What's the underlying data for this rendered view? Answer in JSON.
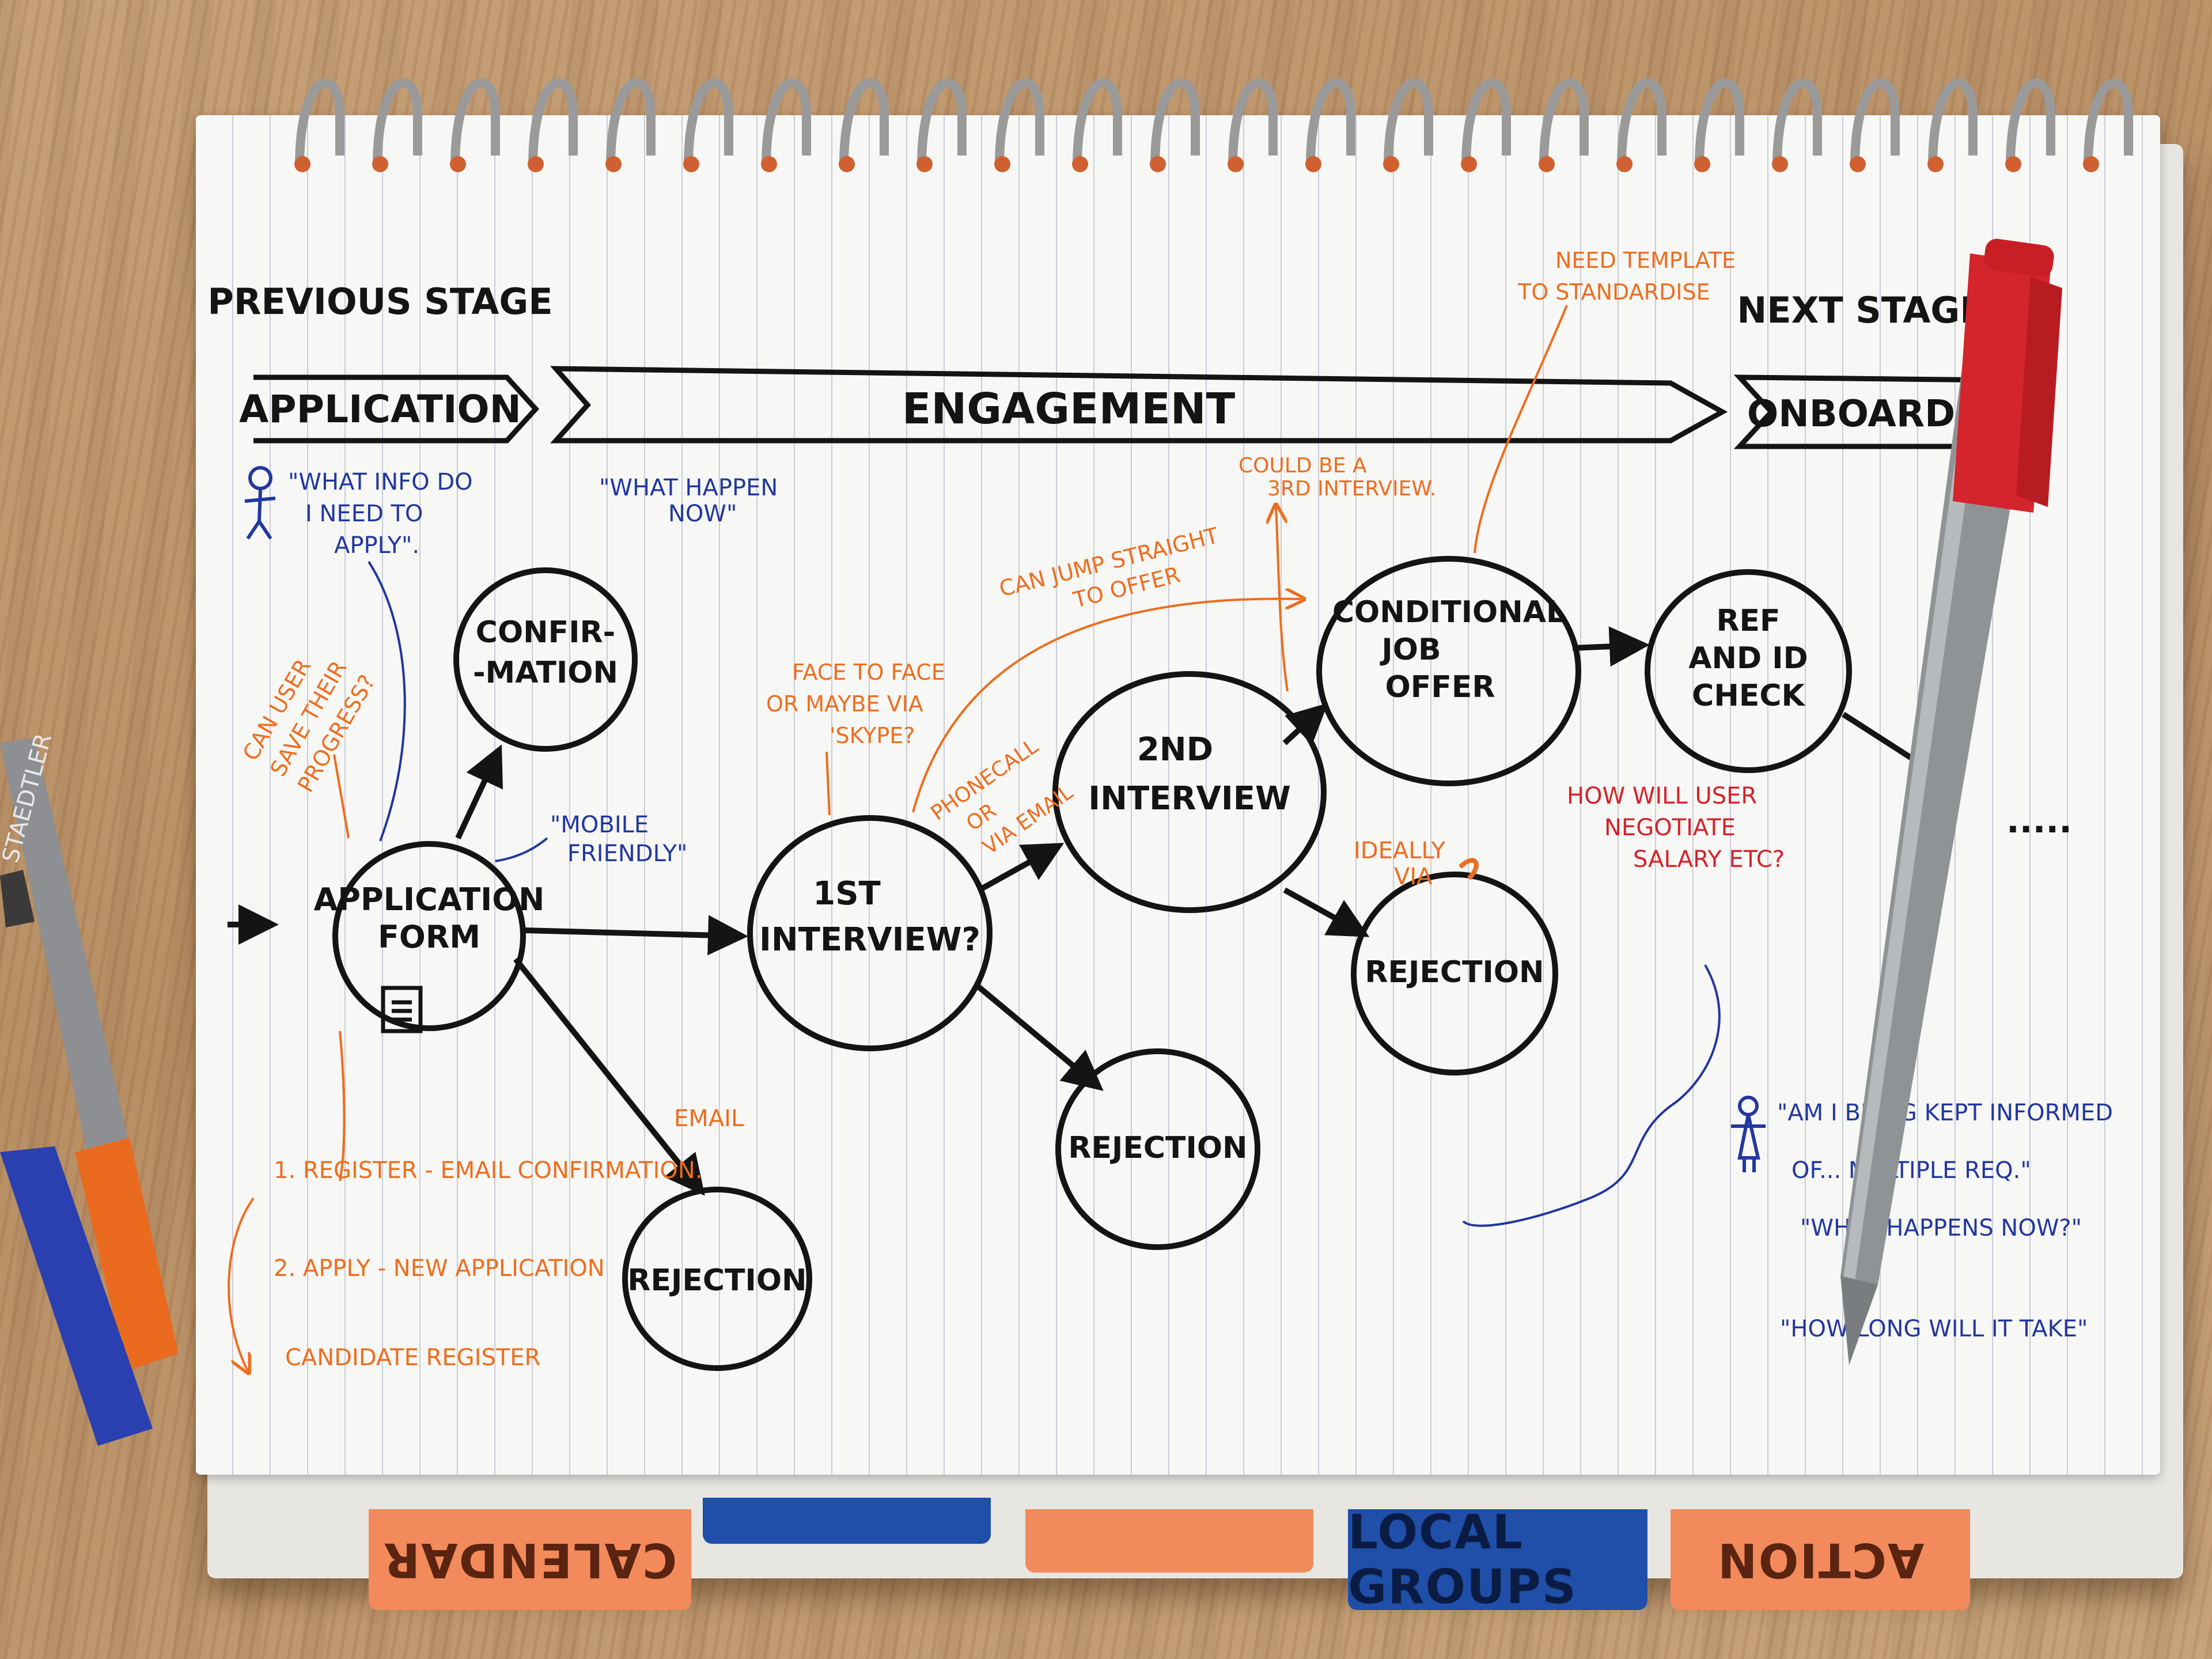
{
  "phases": {
    "previous_label": "PREVIOUS STAGE",
    "previous_name": "APPLICATION",
    "current_name": "ENGAGEMENT",
    "next_label": "NEXT STAGE",
    "next_name": "ONBOARD..."
  },
  "nodes": {
    "application_form": "APPLICATION FORM",
    "confirmation": "CONFIR- -MATION",
    "first_interview": "1ST INTERVIEW?",
    "second_interview": "2ND INTERVIEW",
    "conditional_offer": "CONDITIONAL JOB OFFER",
    "ref_id_check": "REF AND ID CHECK",
    "rejection_1": "REJECTION",
    "rejection_2": "REJECTION",
    "rejection_3": "REJECTION",
    "continuation": "....."
  },
  "notes": {
    "what_info": "\"WHAT INFO DO I NEED TO APPLY\".",
    "what_happen_now": "\"WHAT HAPPEN NOW\"",
    "mobile_friendly": "\"MOBILE FRIENDLY\"",
    "save_progress": "CAN USER SAVE THEIR PROGRESS?",
    "face_to_face": "FACE TO FACE OR MAYBE VIA 'SKYPE?",
    "phonecall": "PHONECALL OR VIA EMAIL",
    "jump_to_offer": "CAN JUMP STRAIGHT TO OFFER",
    "third_interview": "COULD BE A 3RD INTERVIEW.",
    "need_template": "NEED TEMPLATE TO STANDARDISE",
    "email": "EMAIL",
    "ideally_via": "IDEALLY VIA",
    "negotiate": "HOW WILL USER NEGOTIATE SALARY ETC?",
    "kept_informed": "\"AM I BEING KEPT INFORMED OF... MULTIPLE REQ.\"",
    "what_happen_now_2": "\"WHAT HAPPENS NOW?\"",
    "how_long": "\"HOW LONG WILL IT TAKE\"",
    "steps": [
      "1. REGISTER - EMAIL CONFIRMATION.",
      "2. APPLY - NEW APPLICATION",
      "CANDIDATE REGISTER"
    ]
  },
  "tabs": [
    "CALENDAR",
    "LOCAL GROUPS",
    "ACTION"
  ],
  "pen_brand": "STAEDTLER"
}
